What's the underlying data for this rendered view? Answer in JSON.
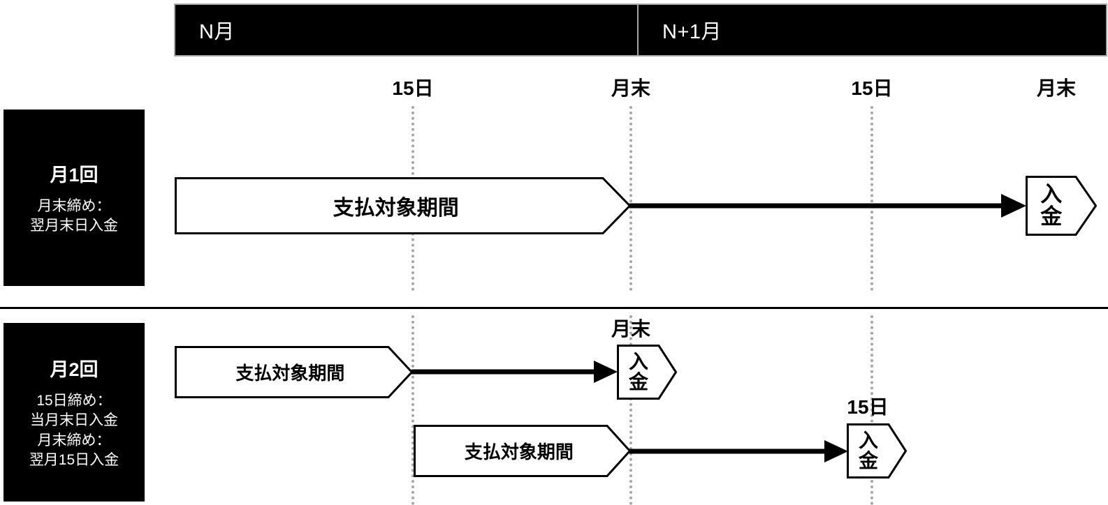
{
  "timeline": {
    "months": [
      {
        "label": "N月"
      },
      {
        "label": "N+1月"
      }
    ],
    "ticks": [
      {
        "label": "15日"
      },
      {
        "label": "月末"
      },
      {
        "label": "15日"
      },
      {
        "label": "月末"
      }
    ]
  },
  "rows": [
    {
      "title": "月1回",
      "subtitle": "月末締め：\n翌月末日入金",
      "period_label": "支払対象期間",
      "deposit_label_top": "入",
      "deposit_label_bottom": "金"
    },
    {
      "title": "月2回",
      "subtitle": "15日締め：\n当月末日入金\n月末締め：\n翌月15日入金",
      "period_label_a": "支払対象期間",
      "period_label_b": "支払対象期間",
      "deposit_caption_a": "月末",
      "deposit_caption_b": "15日",
      "deposit_label_top": "入",
      "deposit_label_bottom": "金"
    }
  ],
  "colors": {
    "ink": "#000000",
    "gridline": "#a6a6a6",
    "header_border": "#a6a6a6",
    "paper": "#ffffff"
  }
}
